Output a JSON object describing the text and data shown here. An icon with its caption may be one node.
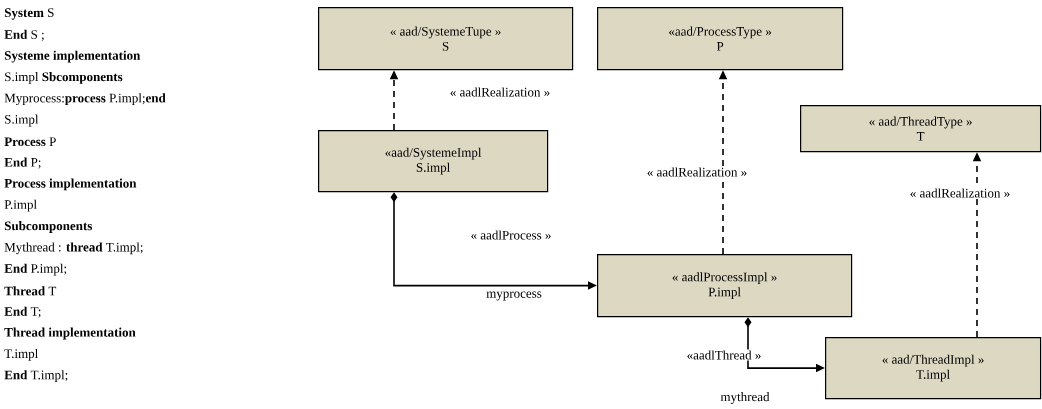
{
  "diagram": {
    "nodes": [
      {
        "text": [
          "« aad/SystemeTupe »",
          "S"
        ]
      },
      {
        "text": [
          "«aad/ProcessType »",
          "P"
        ]
      },
      {
        "text": [
          "« aad/ThreadType »",
          "T"
        ]
      },
      {
        "text": [
          "«aad/SystemeImpl",
          "S.impl"
        ]
      },
      {
        "text": [
          "« aadlProcessImpl »",
          "P.impl"
        ]
      },
      {
        "text": [
          "« aad/ThreadImpl »",
          "T.impl"
        ]
      }
    ],
    "edges": [
      {
        "from": 3,
        "to": 0,
        "arrow": "to",
        "style": "dashed",
        "label": "« aadlRealization »"
      },
      {
        "from": 4,
        "to": 1,
        "arrow": "to",
        "style": "dashed",
        "label": "« aadlRealization »"
      },
      {
        "from": 5,
        "to": 2,
        "arrow": "to",
        "style": "dashed",
        "label": "« aadlRealization »"
      },
      {
        "from": 3,
        "to": 4,
        "arrow": "to",
        "label": "« aadlProcess »"
      },
      {
        "from": 4,
        "to": 5,
        "arrow": "to",
        "label": "«aadlThread »"
      }
    ],
    "labels": [
      "**System** S",
      "**End** S ;",
      "**Systeme  implementation**",
      "S.impl **Sbcomponents**",
      "Myprocess:**process** P.impl;**end**",
      "S.impl",
      "**Process** P",
      "**End** P;",
      "**Process implementation**",
      "P.impl",
      "**Subcomponents**",
      "Mythread : **thread** T.impl;",
      "**End** P.impl;",
      "**Thread** T",
      "**End** T;",
      "**Thread implementation**",
      "T.impl",
      "**End** T.impl;",
      "myprocess",
      "mythread"
    ]
  }
}
